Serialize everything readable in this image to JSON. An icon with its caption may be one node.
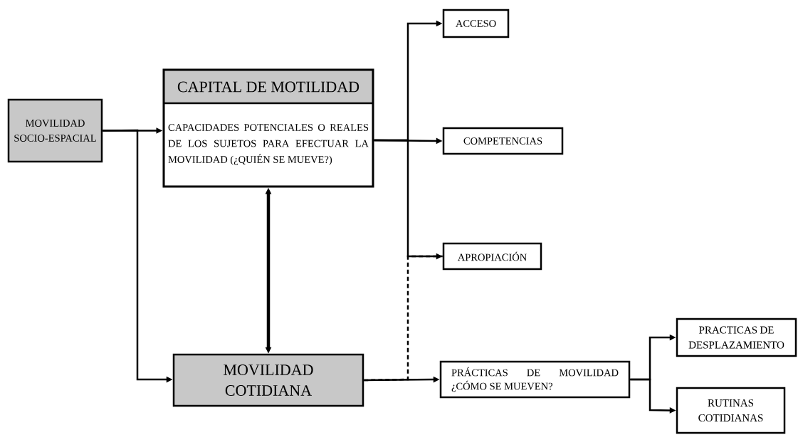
{
  "diagram": {
    "nodes": [
      {
        "text": [
          "MOVILIDAD SOCIO-ESPACIAL"
        ]
      },
      {
        "text": [
          "CAPITAL DE MOTILIDAD",
          "CAPACIDADES POTENCIALES O REALES DE LOS SUJETOS PARA EFECTUAR LA MOVILIDAD (¿QUIÉN SE MUEVE?)"
        ]
      },
      {
        "text": [
          "ACCESO"
        ]
      },
      {
        "text": [
          "COMPETENCIAS"
        ]
      },
      {
        "text": [
          "APROPIACIÓN"
        ]
      },
      {
        "text": [
          "MOVILIDAD COTIDIANA"
        ]
      },
      {
        "text": [
          "PRÁCTICAS DE MOVILIDAD ¿CÓMO SE MUEVEN?"
        ]
      },
      {
        "text": [
          "PRACTICAS DE DESPLAZAMIENTO"
        ]
      },
      {
        "text": [
          "RUTINAS COTIDIANAS"
        ]
      }
    ],
    "edges": [
      {
        "from": 0,
        "to": 1,
        "arrow": "to"
      },
      {
        "from": 0,
        "to": 5,
        "arrow": "to"
      },
      {
        "from": 1,
        "to": 5,
        "arrow": "both",
        "style": "thick"
      },
      {
        "from": 1,
        "to": 2,
        "arrow": "to"
      },
      {
        "from": 1,
        "to": 3,
        "arrow": "to"
      },
      {
        "from": 1,
        "to": 4,
        "arrow": "to"
      },
      {
        "from": 5,
        "to": 6,
        "arrow": "to"
      },
      {
        "from": 5,
        "to": 4,
        "arrow": "none",
        "style": "dashed"
      },
      {
        "from": 6,
        "to": 7,
        "arrow": "to"
      },
      {
        "from": 6,
        "to": 8,
        "arrow": "to"
      }
    ]
  }
}
